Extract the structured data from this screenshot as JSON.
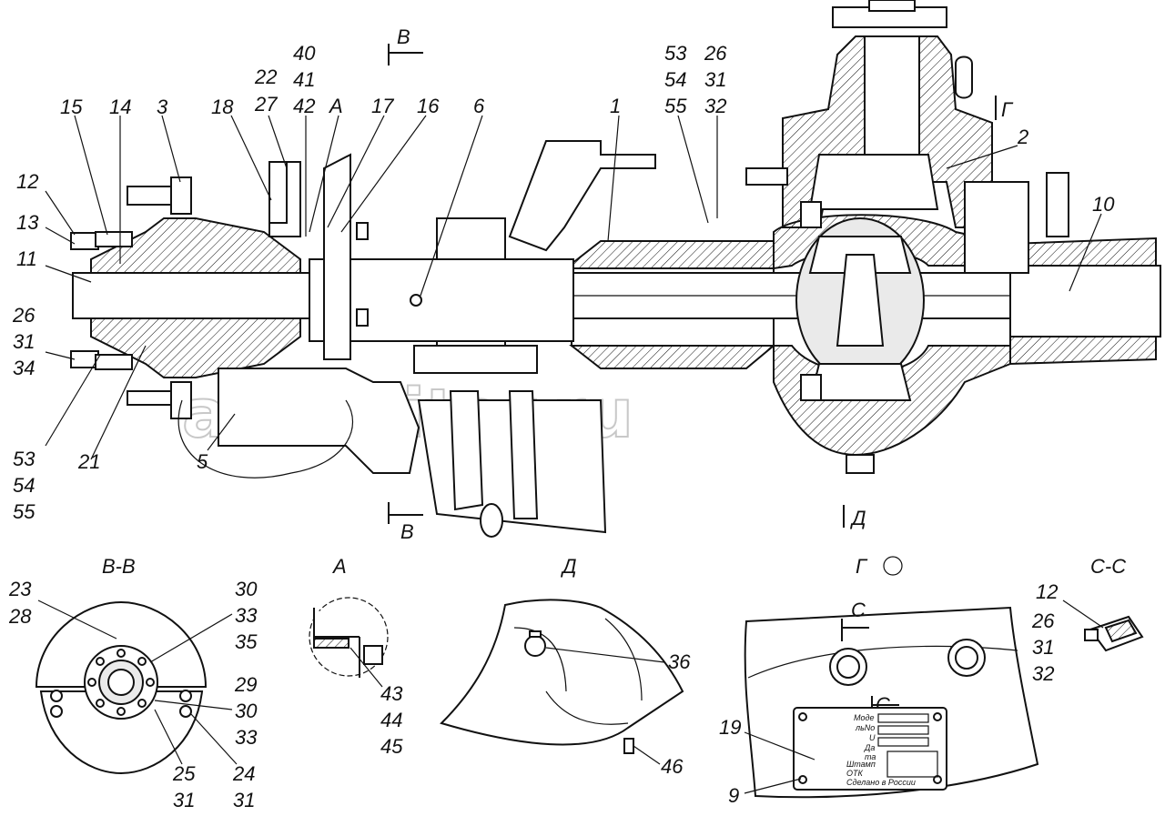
{
  "watermark": "autopiter.ru",
  "main_labels": {
    "l15": "15",
    "l14": "14",
    "l3": "3",
    "l18": "18",
    "l22": "22",
    "l27": "27",
    "l40": "40",
    "l41": "41",
    "l42": "42",
    "lA": "А",
    "l17": "17",
    "l16": "16",
    "l6": "6",
    "l1": "1",
    "l53a": "53",
    "l54a": "54",
    "l55a": "55",
    "l26a": "26",
    "l31a": "31",
    "l32a": "32",
    "lG": "Г",
    "l2": "2",
    "l10": "10",
    "l12": "12",
    "l13": "13",
    "l11": "11",
    "l26b": "26",
    "l31b": "31",
    "l34": "34",
    "l53b": "53",
    "l54b": "54",
    "l55b": "55",
    "l21": "21",
    "l5": "5",
    "lB_top": "В",
    "lB_bot": "В",
    "lD": "Д"
  },
  "views": {
    "vv": {
      "title": "В-В",
      "labels": {
        "l23": "23",
        "l28": "28",
        "l30a": "30",
        "l33a": "33",
        "l35": "35",
        "l29": "29",
        "l30b": "30",
        "l33b": "33",
        "l25": "25",
        "l31a": "31",
        "l24": "24",
        "l31b": "31"
      }
    },
    "a": {
      "title": "А",
      "labels": {
        "l43": "43",
        "l44": "44",
        "l45": "45"
      }
    },
    "d": {
      "title": "Д",
      "labels": {
        "l36": "36",
        "l46": "46"
      }
    },
    "g": {
      "title": "Г",
      "labels": {
        "lC1": "С",
        "lC2": "С",
        "l19": "19",
        "l9": "9"
      },
      "plate": {
        "l1": "Моде",
        "l2": "льNo",
        "l3": "U",
        "l4": "Да",
        "l5": "та",
        "l6": "Штамп",
        "l7": "ОТК",
        "l8": "Сделано в России"
      }
    },
    "cc": {
      "title": "С-С",
      "labels": {
        "l12": "12",
        "l26": "26",
        "l31": "31",
        "l32": "32"
      }
    }
  }
}
